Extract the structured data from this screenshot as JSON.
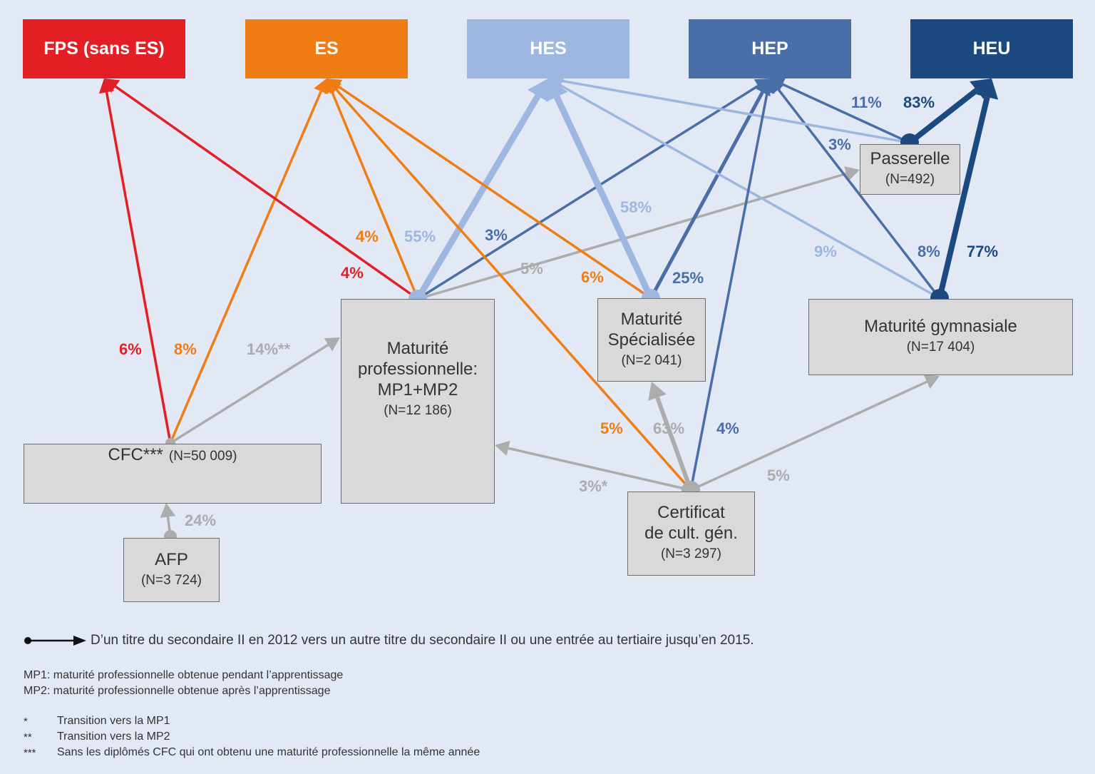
{
  "colors": {
    "fps": "#e31e24",
    "es": "#ef7d14",
    "hes": "#9db7e0",
    "hep": "#4a6ea8",
    "heu": "#1c4a80",
    "grey": "#acacac"
  },
  "targets": {
    "fps": "FPS (sans ES)",
    "es": "ES",
    "hes": "HES",
    "hep": "HEP",
    "heu": "HEU"
  },
  "nodes": {
    "cfc": {
      "label": "CFC***",
      "n": "(N=50 009)"
    },
    "afp": {
      "label": "AFP",
      "n": "(N=3 724)"
    },
    "mp": {
      "line1": "Maturité",
      "line2": "professionnelle:",
      "line3": "MP1+MP2",
      "n": "(N=12 186)"
    },
    "ms": {
      "line1": "Maturité",
      "line2": "Spécialisée",
      "n": "(N=2 041)"
    },
    "mg": {
      "label": "Maturité gymnasiale",
      "n": "(N=17 404)"
    },
    "passerelle": {
      "label": "Passerelle",
      "n": "(N=492)"
    },
    "ccg": {
      "line1": "Certificat",
      "line2": "de cult. gén.",
      "n": "(N=3 297)"
    }
  },
  "flows": [
    {
      "from": "cfc",
      "to": "fps",
      "pct": "6%"
    },
    {
      "from": "cfc",
      "to": "es",
      "pct": "8%"
    },
    {
      "from": "cfc",
      "to": "mp",
      "pct": "14%**"
    },
    {
      "from": "afp",
      "to": "cfc",
      "pct": "24%"
    },
    {
      "from": "mp",
      "to": "fps",
      "pct": "4%"
    },
    {
      "from": "mp",
      "to": "es",
      "pct": "4%"
    },
    {
      "from": "mp",
      "to": "hes",
      "pct": "55%"
    },
    {
      "from": "mp",
      "to": "hep",
      "pct": "3%"
    },
    {
      "from": "mp",
      "to": "passerelle",
      "pct": "5%"
    },
    {
      "from": "ms",
      "to": "es",
      "pct": "6%"
    },
    {
      "from": "ms",
      "to": "hes",
      "pct": "58%"
    },
    {
      "from": "ms",
      "to": "hep",
      "pct": "25%"
    },
    {
      "from": "mg",
      "to": "hes",
      "pct": "9%"
    },
    {
      "from": "mg",
      "to": "hep",
      "pct": "8%"
    },
    {
      "from": "mg",
      "to": "heu",
      "pct": "77%"
    },
    {
      "from": "passerelle",
      "to": "hes",
      "pct": "11%"
    },
    {
      "from": "passerelle",
      "to": "hep",
      "pct": "3%"
    },
    {
      "from": "passerelle",
      "to": "heu",
      "pct": "83%"
    },
    {
      "from": "ccg",
      "to": "es",
      "pct": "5%"
    },
    {
      "from": "ccg",
      "to": "ms",
      "pct": "63%"
    },
    {
      "from": "ccg",
      "to": "hep",
      "pct": "4%"
    },
    {
      "from": "ccg",
      "to": "mp",
      "pct": "3%*"
    },
    {
      "from": "ccg",
      "to": "mg",
      "pct": "5%"
    }
  ],
  "legend": {
    "arrow_text": "D’un titre du secondaire II en 2012 vers un autre titre du secondaire II ou une entrée au tertiaire jusqu’en 2015.",
    "mp1": "MP1: maturité professionnelle obtenue pendant l’apprentissage",
    "mp2": "MP2: maturité professionnelle obtenue après l’apprentissage",
    "footnotes": [
      {
        "symbol": "*",
        "text": "Transition vers la MP1"
      },
      {
        "symbol": "**",
        "text": "Transition vers la MP2"
      },
      {
        "symbol": "***",
        "text": "Sans les diplômés CFC qui ont obtenu une maturité professionnelle la même année"
      }
    ]
  }
}
